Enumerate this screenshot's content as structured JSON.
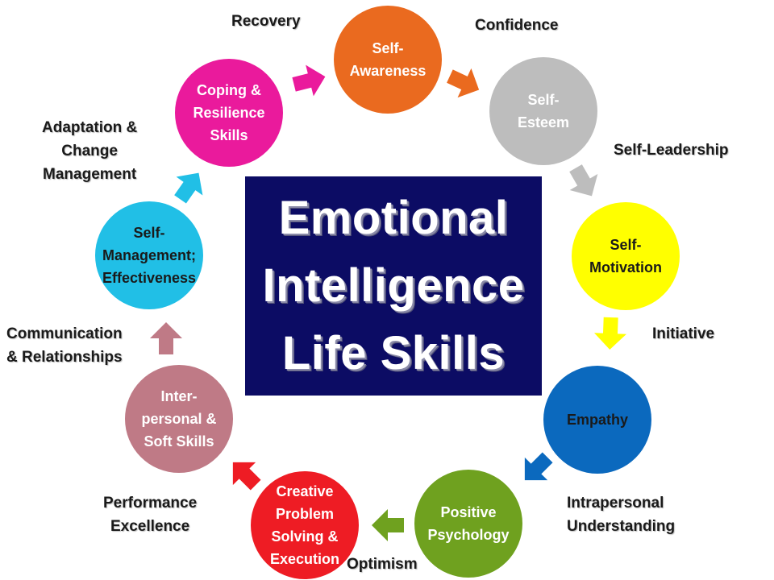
{
  "center": {
    "lines": [
      "Emotional",
      "Intelligence",
      "Life Skills"
    ]
  },
  "nodes": [
    {
      "id": "self-awareness",
      "lines": [
        "Self-",
        "Awareness"
      ],
      "color": "#ea6a1f",
      "text_color": "#ffffff"
    },
    {
      "id": "self-esteem",
      "lines": [
        "Self-",
        "Esteem"
      ],
      "color": "#bdbdbd",
      "text_color": "#ffffff"
    },
    {
      "id": "self-motivation",
      "lines": [
        "Self-",
        "Motivation"
      ],
      "color": "#ffff00",
      "text_color": "#1a1a1a"
    },
    {
      "id": "empathy",
      "lines": [
        "Empathy"
      ],
      "color": "#0b69be",
      "text_color": "#1a1a1a"
    },
    {
      "id": "positive-psychology",
      "lines": [
        "Positive",
        "Psychology"
      ],
      "color": "#6fa11f",
      "text_color": "#ffffff"
    },
    {
      "id": "creative-problem-solving",
      "lines": [
        "Creative",
        "Problem",
        "Solving &",
        "Execution"
      ],
      "color": "#ee1c24",
      "text_color": "#ffffff"
    },
    {
      "id": "interpersonal-soft-skills",
      "lines": [
        "Inter-",
        "personal &",
        "Soft Skills"
      ],
      "color": "#bf7a86",
      "text_color": "#ffffff"
    },
    {
      "id": "self-management",
      "lines": [
        "Self-",
        "Management;",
        "Effectiveness"
      ],
      "color": "#21bfe6",
      "text_color": "#1a1a1a"
    },
    {
      "id": "coping-resilience",
      "lines": [
        "Coping &",
        "Resilience",
        "Skills"
      ],
      "color": "#ea1a9c",
      "text_color": "#ffffff"
    }
  ],
  "labels": [
    {
      "id": "recovery",
      "lines": [
        "Recovery"
      ]
    },
    {
      "id": "confidence",
      "lines": [
        "Confidence"
      ]
    },
    {
      "id": "self-leadership",
      "lines": [
        "Self-Leadership"
      ]
    },
    {
      "id": "initiative",
      "lines": [
        "Initiative"
      ]
    },
    {
      "id": "intrapersonal-understanding",
      "lines": [
        "Intrapersonal",
        "Understanding"
      ]
    },
    {
      "id": "optimism",
      "lines": [
        "Optimism"
      ]
    },
    {
      "id": "performance-excellence",
      "lines": [
        "Performance",
        "Excellence"
      ]
    },
    {
      "id": "communication-relationships",
      "lines": [
        "Communication",
        "& Relationships"
      ]
    },
    {
      "id": "adaptation-change-management",
      "lines": [
        "Adaptation &",
        "Change",
        "Management"
      ]
    }
  ],
  "arrows": [
    {
      "id": "arrow-coping-to-awareness",
      "color": "#ea1a9c"
    },
    {
      "id": "arrow-awareness-to-esteem",
      "color": "#ea6a1f"
    },
    {
      "id": "arrow-esteem-to-motivation",
      "color": "#bdbdbd"
    },
    {
      "id": "arrow-motivation-to-empathy",
      "color": "#ffff00"
    },
    {
      "id": "arrow-empathy-to-positive",
      "color": "#0b69be"
    },
    {
      "id": "arrow-positive-to-creative",
      "color": "#6fa11f"
    },
    {
      "id": "arrow-creative-to-interpersonal",
      "color": "#ee1c24"
    },
    {
      "id": "arrow-interpersonal-to-management",
      "color": "#bf7a86"
    },
    {
      "id": "arrow-management-to-coping",
      "color": "#21bfe6"
    }
  ]
}
